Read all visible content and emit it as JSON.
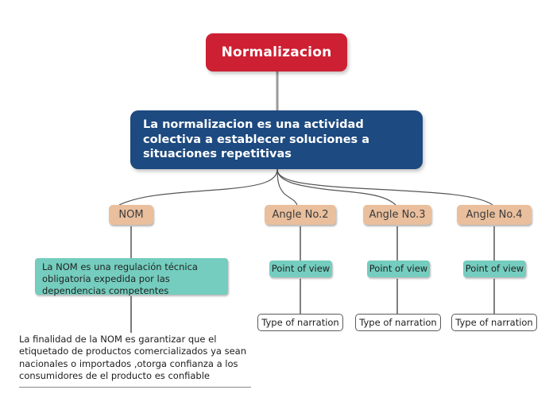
{
  "diagram": {
    "type": "mind-map",
    "background_color": "#ffffff",
    "root": {
      "label": "Normalizacion",
      "color": "#cd2032",
      "text_color": "#ffffff"
    },
    "definition": {
      "label": "La normalizacion es una actividad colectiva a establecer soluciones a situaciones repetitivas",
      "color": "#1d4a80",
      "text_color": "#ffffff"
    },
    "branches": [
      {
        "label": "NOM",
        "color": "#e9bf9d"
      },
      {
        "label": "Angle No.2",
        "color": "#e9bf9d"
      },
      {
        "label": "Angle No.3",
        "color": "#e9bf9d"
      },
      {
        "label": "Angle No.4",
        "color": "#e9bf9d"
      }
    ],
    "leaves": {
      "nom_detail": {
        "label": "La NOM es una regulación técnica obligatoria expedida por las dependencias competentes",
        "color": "#74cdbe"
      },
      "nom_purpose": {
        "label": "La finalidad de la NOM es garantizar que el etiquetado de productos comercializados ya sean nacionales o importados ,otorga confianza a los consumidores de el producto es confiable",
        "color": "#ffffff"
      },
      "point_of_view": [
        {
          "label": "Point of view",
          "color": "#74cdbe"
        },
        {
          "label": "Point of view",
          "color": "#74cdbe"
        },
        {
          "label": "Point of view",
          "color": "#74cdbe"
        }
      ],
      "type_of_narration": [
        {
          "label": "Type of narration",
          "color": "#ffffff"
        },
        {
          "label": "Type of narration",
          "color": "#ffffff"
        },
        {
          "label": "Type of narration",
          "color": "#ffffff"
        }
      ]
    },
    "connector_color": "#808080"
  }
}
